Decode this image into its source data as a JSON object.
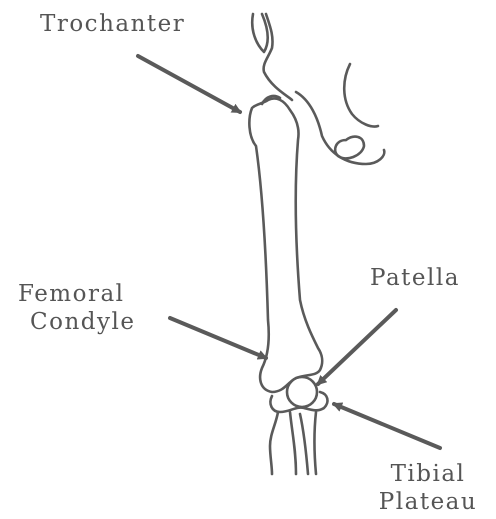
{
  "labels": {
    "trochanter": "Trochanter",
    "femoral_condyle": [
      "Femoral",
      "Condyle"
    ],
    "patella": "Patella",
    "tibial_plateau": [
      "Tibial",
      "Plateau"
    ]
  },
  "colors": {
    "line": "#5a5a5a",
    "text": "#555555",
    "background": "#ffffff"
  }
}
